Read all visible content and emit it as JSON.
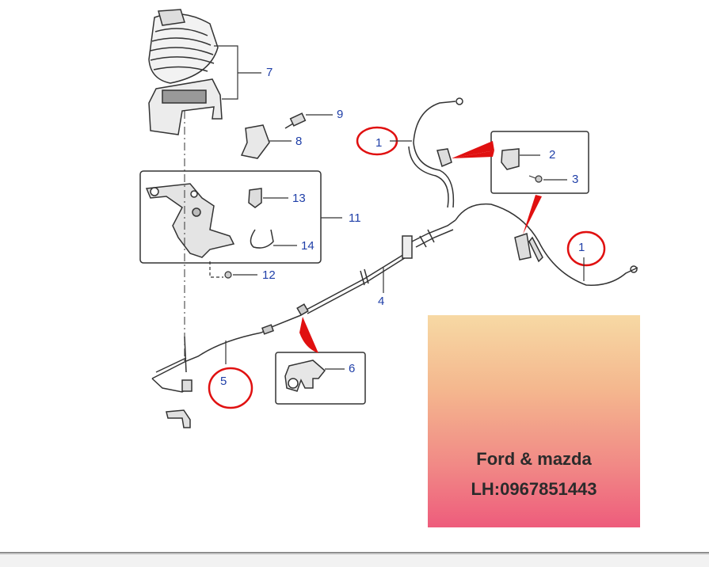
{
  "callouts": {
    "c1a": "1",
    "c1b": "1",
    "c2": "2",
    "c3": "3",
    "c4": "4",
    "c5": "5",
    "c6": "6",
    "c7": "7",
    "c8": "8",
    "c9": "9",
    "c11": "11",
    "c12": "12",
    "c13": "13",
    "c14": "14"
  },
  "ad": {
    "line1": "Ford & mazda",
    "line2": "LH:0967851443"
  },
  "colors": {
    "callout_text": "#1f3fa8",
    "highlight_red": "#e01010",
    "line": "#333333"
  }
}
